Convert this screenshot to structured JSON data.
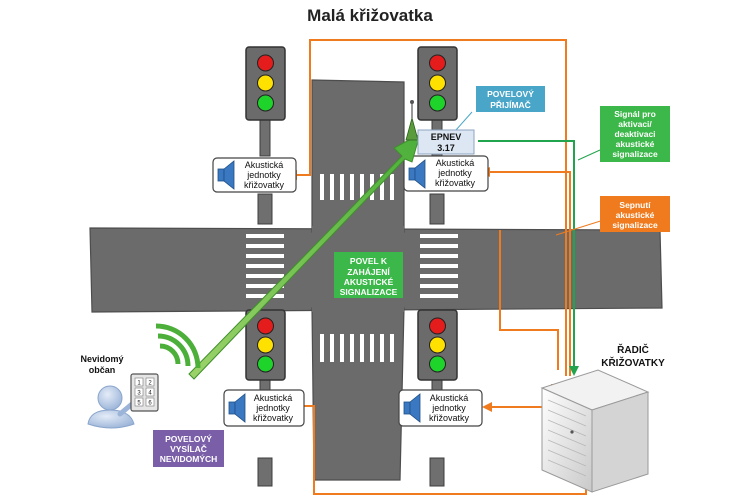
{
  "title": "Malá křižovatka",
  "acoustic_unit": {
    "line1": "Akustická",
    "line2": "jednotky",
    "line3": "křižovatky"
  },
  "receiver_label": {
    "line1": "POVELOVÝ",
    "line2": "PŘIJÍMAČ"
  },
  "epnev": {
    "line1": "EPNEV",
    "line2": "3.17"
  },
  "signal_label": {
    "line1": "Signál pro",
    "line2": "aktivaci/",
    "line3": "deaktivaci",
    "line4": "akustické",
    "line5": "signalizace"
  },
  "switch_label": {
    "line1": "Sepnutí",
    "line2": "akustické",
    "line3": "signalizace"
  },
  "command_label": {
    "line1": "POVEL K",
    "line2": "ZAHÁJENÍ",
    "line3": "AKUSTICKÉ",
    "line4": "SIGNALIZACE"
  },
  "controller_label": {
    "line1": "ŘADIČ",
    "line2": "KŘIŽOVATKY"
  },
  "citizen_label": {
    "line1": "Nevidomý",
    "line2": "občan"
  },
  "transmitter_label": {
    "line1": "POVELOVÝ",
    "line2": "VYSÍLAČ",
    "line3": "NEVIDOMÝCH"
  },
  "keypad": [
    "1",
    "2",
    "3",
    "4",
    "5",
    "6"
  ],
  "colors": {
    "green_box": "#3cb84a",
    "blue_box": "#4aa6c8",
    "orange_box": "#f07b1e",
    "purple_box": "#7a5ea8",
    "road": "#6b6b6b",
    "wire_orange": "#f07b1e",
    "wire_green": "#22a34d"
  }
}
